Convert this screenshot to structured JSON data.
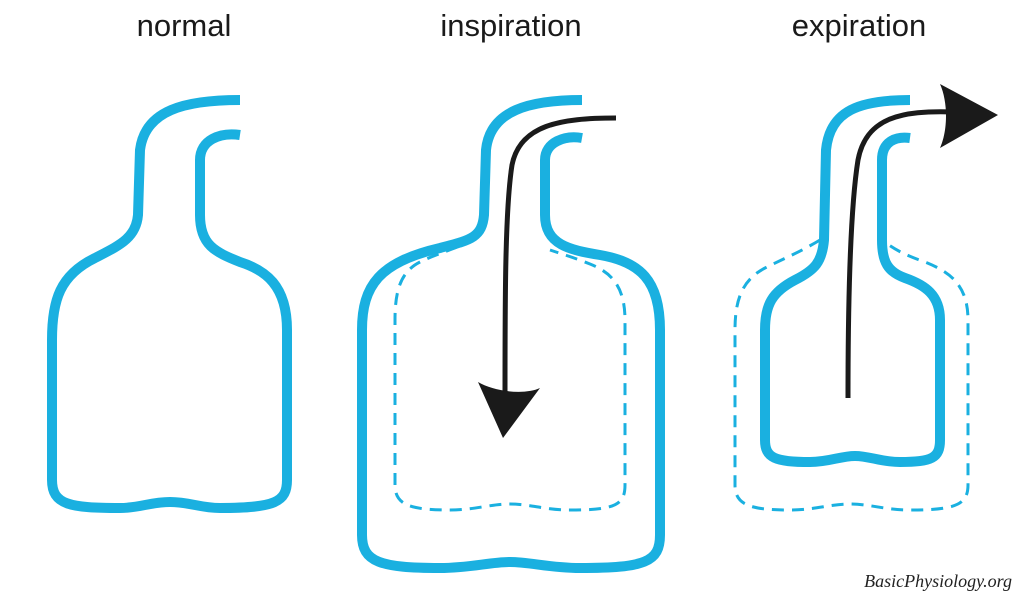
{
  "labels": {
    "normal": "normal",
    "inspiration": "inspiration",
    "expiration": "expiration"
  },
  "watermark": "BasicPhysiology.org",
  "colors": {
    "lung_outline": "#1ab0e0",
    "arrow": "#1a1a1a",
    "background": "#ffffff"
  }
}
